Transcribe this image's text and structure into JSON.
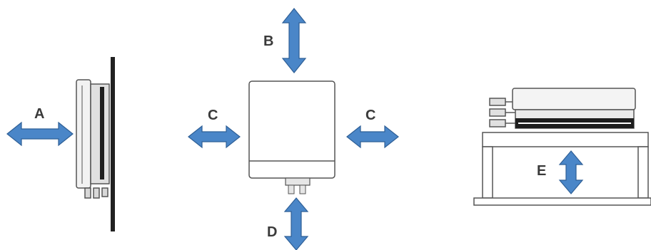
{
  "labels": {
    "a": "A",
    "b": "B",
    "c_left": "C",
    "c_right": "C",
    "d": "D",
    "e": "E"
  },
  "colors": {
    "arrow_fill": "#4a86c8",
    "arrow_stroke": "#2e5f96",
    "outline": "#555555",
    "wall": "#222222"
  }
}
